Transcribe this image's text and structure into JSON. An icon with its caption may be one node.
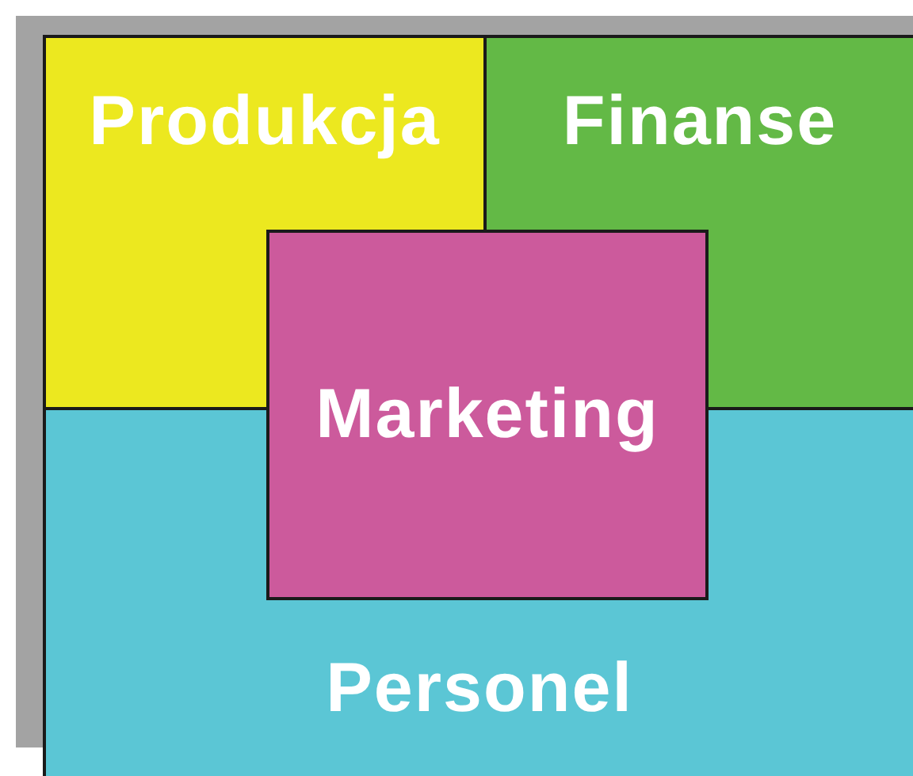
{
  "diagram": {
    "nodes": [
      {
        "text": [
          "Produkcja"
        ]
      },
      {
        "text": [
          "Finanse"
        ]
      },
      {
        "text": [
          "Personel"
        ]
      },
      {
        "text": [
          "Marketing"
        ]
      }
    ],
    "edges": []
  }
}
